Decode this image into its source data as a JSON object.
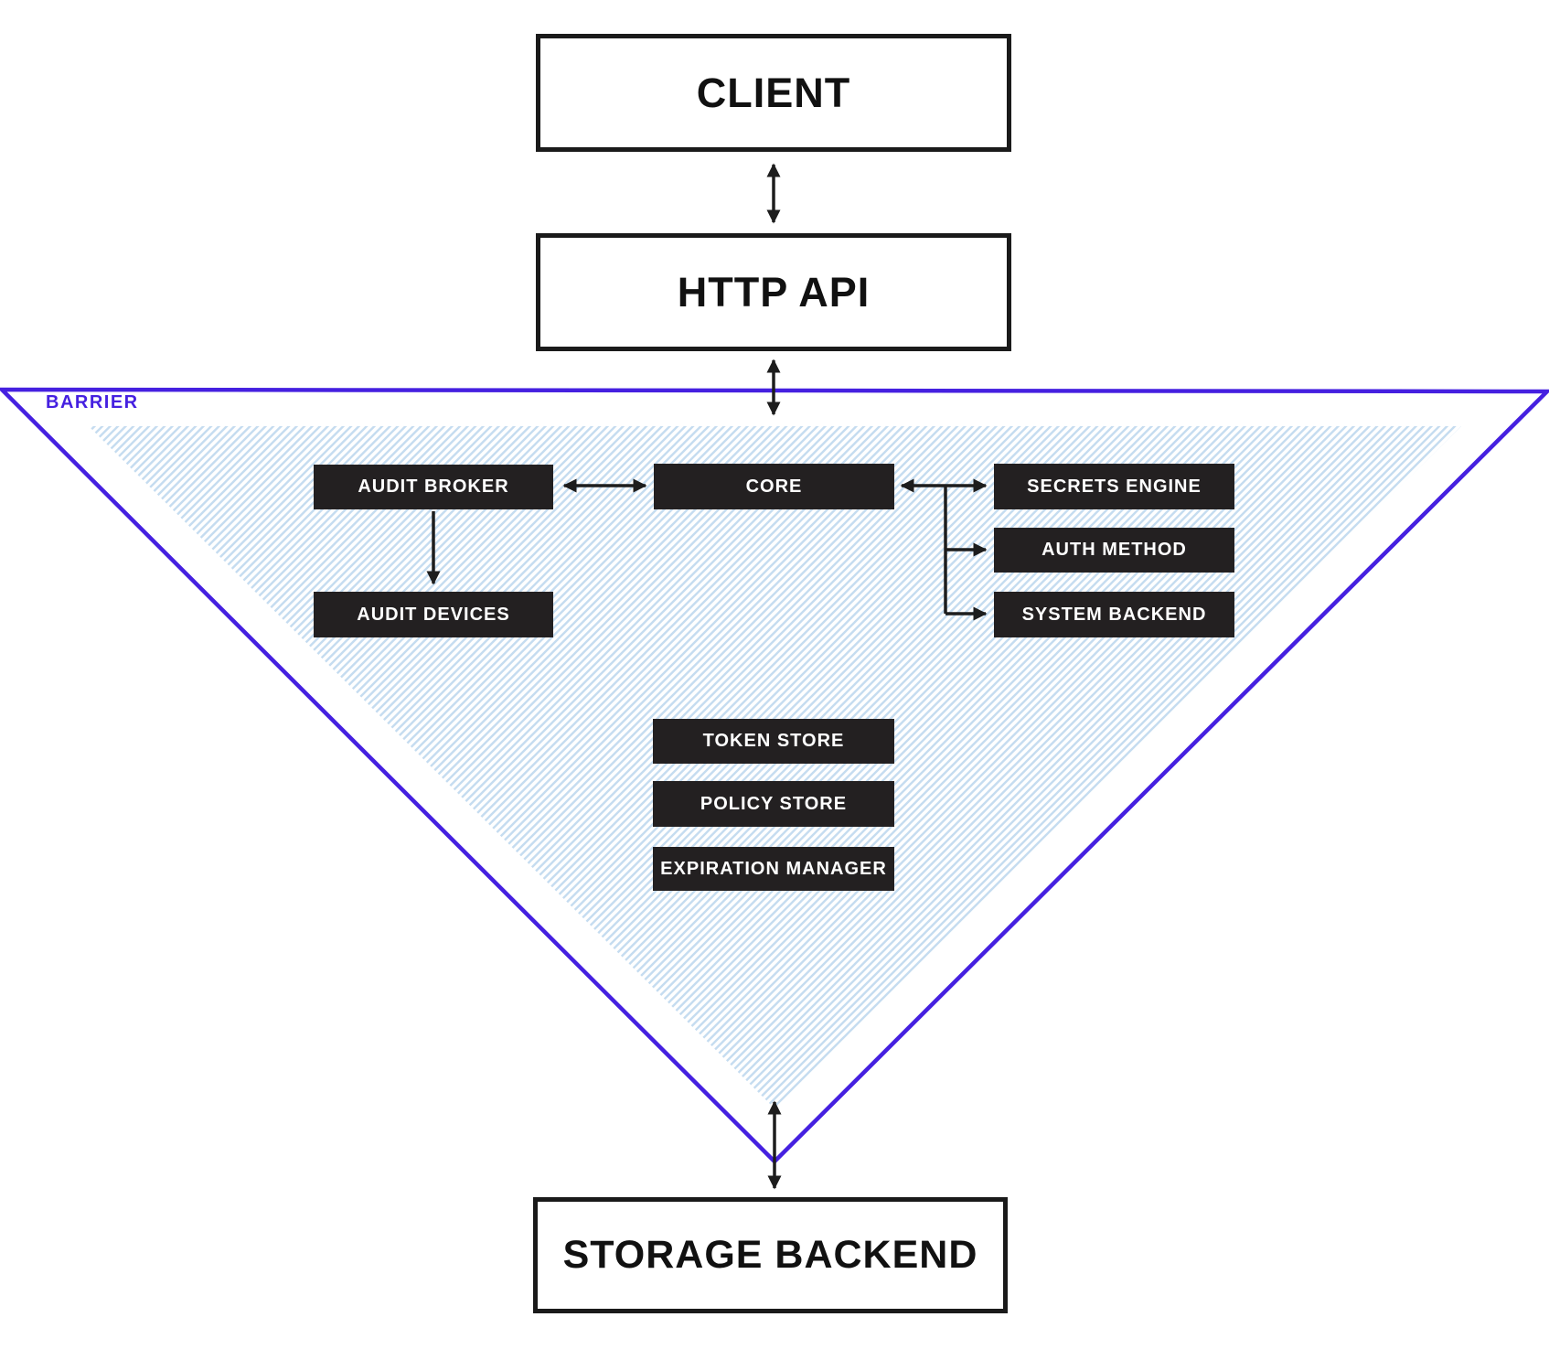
{
  "nodes": {
    "client": {
      "label": "CLIENT"
    },
    "http_api": {
      "label": "HTTP API"
    },
    "audit_broker": {
      "label": "AUDIT BROKER"
    },
    "core": {
      "label": "CORE"
    },
    "secrets_engine": {
      "label": "SECRETS ENGINE"
    },
    "auth_method": {
      "label": "AUTH METHOD"
    },
    "system_backend": {
      "label": "SYSTEM BACKEND"
    },
    "audit_devices": {
      "label": "AUDIT DEVICES"
    },
    "token_store": {
      "label": "TOKEN STORE"
    },
    "policy_store": {
      "label": "POLICY STORE"
    },
    "expiration_manager": {
      "label": "EXPIRATION MANAGER"
    },
    "storage_backend": {
      "label": "STORAGE BACKEND"
    }
  },
  "barrier": {
    "label": "BARRIER"
  },
  "edges": [
    {
      "from": "client",
      "to": "http_api",
      "style": "bidirectional"
    },
    {
      "from": "http_api",
      "to": "barrier",
      "style": "bidirectional"
    },
    {
      "from": "audit_broker",
      "to": "core",
      "style": "bidirectional"
    },
    {
      "from": "core",
      "to": "secrets_engine",
      "style": "bidirectional"
    },
    {
      "from": "core",
      "to": "auth_method",
      "style": "directed"
    },
    {
      "from": "core",
      "to": "system_backend",
      "style": "directed"
    },
    {
      "from": "audit_broker",
      "to": "audit_devices",
      "style": "directed"
    },
    {
      "from": "barrier",
      "to": "storage_backend",
      "style": "bidirectional"
    }
  ],
  "colors": {
    "barrier_purple": "#4520e0",
    "node_dark": "#232021",
    "node_text": "#ffffff",
    "hatch_blue": "#c5dcf0",
    "line_black": "#1d1d1d",
    "background": "#ffffff"
  }
}
